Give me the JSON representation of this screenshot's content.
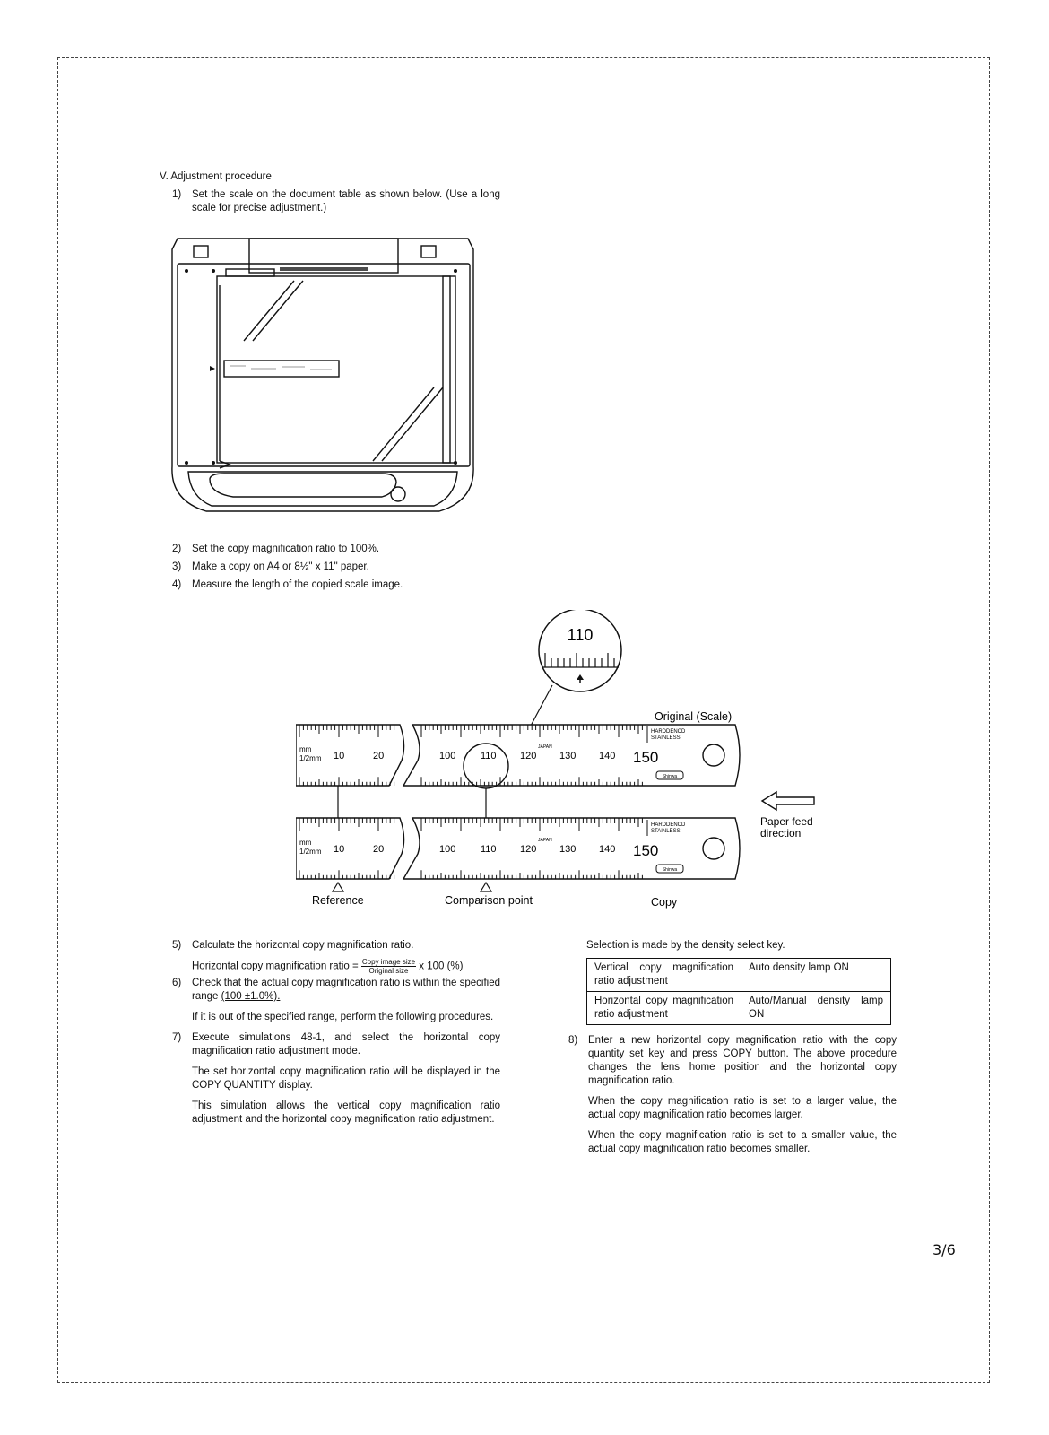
{
  "section_title": "V.  Adjustment procedure",
  "steps_top": [
    {
      "num": "1)",
      "text": "Set the scale on the document table as shown below. (Use a long scale for precise adjustment.)"
    },
    {
      "num": "2)",
      "text": "Set the copy magnification ratio to 100%."
    },
    {
      "num": "3)",
      "text": "Make a copy on A4 or 8½\" x 11\" paper."
    },
    {
      "num": "4)",
      "text": "Measure the length of the copied scale image."
    }
  ],
  "diagram": {
    "zoom_label": "110",
    "original_label": "Original (Scale)",
    "copy_label": "Copy",
    "paper_feed_line1": "Paper feed",
    "paper_feed_line2": "direction",
    "reference_label": "Reference",
    "comparison_label": "Comparison point",
    "ruler_unit_top": "mm",
    "ruler_unit_bottom": "1/2mm",
    "ruler_numbers": [
      "10",
      "20",
      "100",
      "110",
      "120",
      "130",
      "140",
      "150"
    ],
    "ruler_brand1": "HARDDENCD",
    "ruler_brand2": "STAINLESS",
    "ruler_origin": "JAPAN",
    "ruler_logo": "Shinwa"
  },
  "left_col": {
    "step5_num": "5)",
    "step5_text": "Calculate the horizontal copy magnification ratio.",
    "formula_prefix": "Horizontal copy magnification ratio =",
    "formula_num": "Copy image size",
    "formula_den": "Original size",
    "formula_suffix": "x 100 (%)",
    "step6_num": "6)",
    "step6_text": "Check that the actual copy magnification ratio is within the specified range",
    "step6_range": "(100 ±1.0%).",
    "step6_note": "If it is out of the specified range, perform the following procedures.",
    "step7_num": "7)",
    "step7_text": "Execute simulations 48-1, and select the horizontal copy magnification ratio adjustment mode.",
    "step7_p1": "The set horizontal copy magnification ratio will be displayed in the COPY QUANTITY display.",
    "step7_p2": "This simulation allows the vertical copy magnification ratio adjustment and the horizontal copy magnification ratio adjustment."
  },
  "right_col": {
    "selection_note": "Selection is made by the density select key.",
    "table": [
      [
        "Vertical copy magnification ratio adjustment",
        "Auto density lamp ON"
      ],
      [
        "Horizontal copy magnification ratio adjustment",
        "Auto/Manual density lamp ON"
      ]
    ],
    "step8_num": "8)",
    "step8_text": "Enter a new horizontal copy magnification ratio with the copy quantity set key and press COPY button. The above procedure changes the lens home position and the horizontal copy magnification ratio.",
    "step8_p1": "When the copy magnification ratio is set to a larger value, the actual copy magnification ratio becomes larger.",
    "step8_p2": "When the copy magnification ratio is set to a smaller value, the actual copy magnification ratio becomes smaller."
  },
  "page_number": "3/6"
}
